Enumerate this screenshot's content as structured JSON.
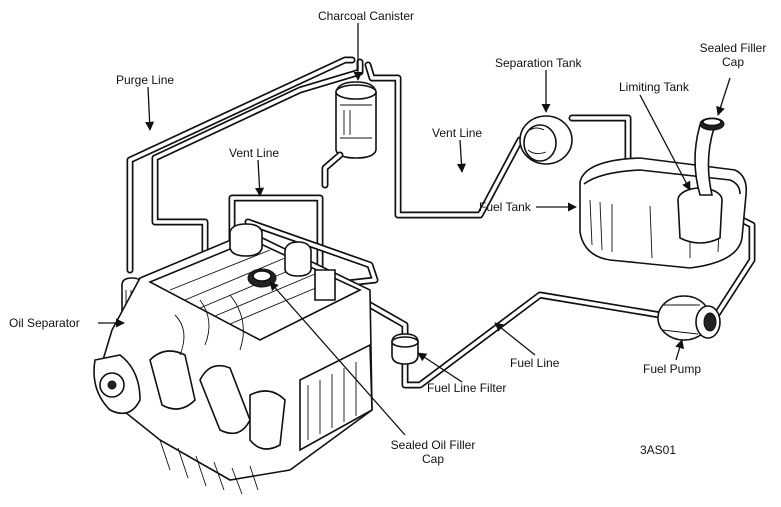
{
  "labels": {
    "charcoal_canister": "Charcoal Canister",
    "purge_line": "Purge Line",
    "separation_tank": "Separation Tank",
    "sealed_filler_cap_l1": "Sealed Filler",
    "sealed_filler_cap_l2": "Cap",
    "limiting_tank": "Limiting Tank",
    "vent_line_left": "Vent Line",
    "vent_line_right": "Vent Line",
    "fuel_tank": "Fuel Tank",
    "oil_separator": "Oil Separator",
    "fuel_line": "Fuel Line",
    "fuel_pump": "Fuel Pump",
    "fuel_line_filter": "Fuel Line Filter",
    "sealed_oil_filler_cap_l1": "Sealed Oil Filler",
    "sealed_oil_filler_cap_l2": "Cap",
    "figure_code": "3AS01"
  }
}
